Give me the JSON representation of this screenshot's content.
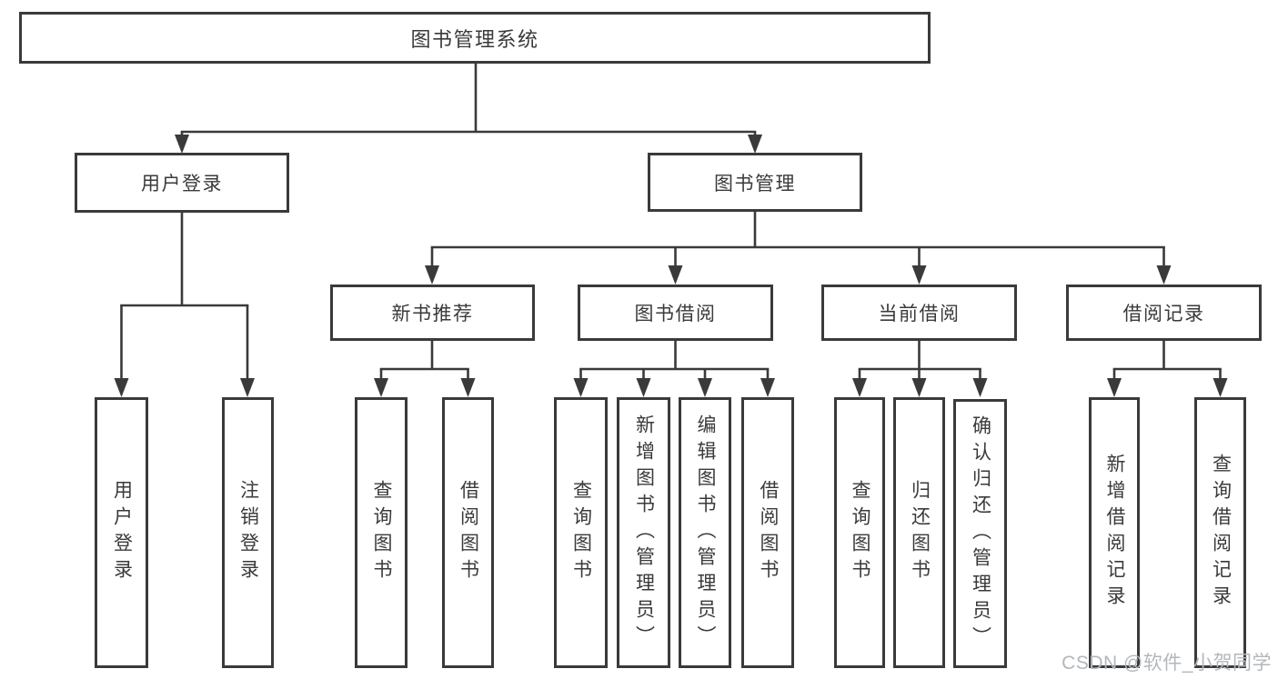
{
  "colors": {
    "line": "#3a3a3a",
    "text": "#3a3a3a",
    "background": "#ffffff",
    "watermark": "#b3b7bc"
  },
  "watermark": {
    "text": "CSDN @软件_小贺同学"
  },
  "tree": {
    "root": "图书管理系统",
    "branches": [
      {
        "label": "用户登录",
        "leaves": [
          "用户登录",
          "注销登录"
        ]
      },
      {
        "label": "图书管理",
        "groups": [
          {
            "label": "新书推荐",
            "leaves": [
              "查询图书",
              "借阅图书"
            ]
          },
          {
            "label": "图书借阅",
            "leaves": [
              "查询图书",
              "新增图书（管理员）",
              "编辑图书（管理员）",
              "借阅图书"
            ]
          },
          {
            "label": "当前借阅",
            "leaves": [
              "查询图书",
              "归还图书",
              "确认归还（管理员）"
            ]
          },
          {
            "label": "借阅记录",
            "leaves": [
              "新增借阅记录",
              "查询借阅记录"
            ]
          }
        ]
      }
    ]
  }
}
